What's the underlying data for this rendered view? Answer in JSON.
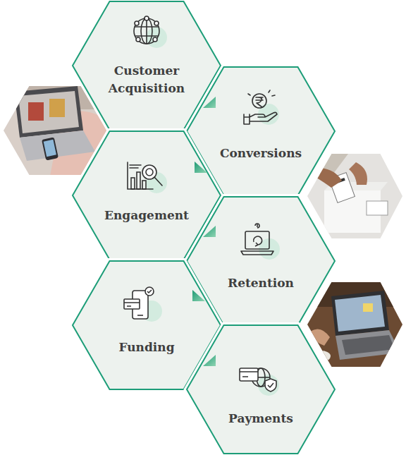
{
  "diagram": {
    "nodes": [
      {
        "text": [
          "Customer Acquisition"
        ]
      },
      {
        "text": [
          "Conversions"
        ]
      },
      {
        "text": [
          "Engagement"
        ]
      },
      {
        "text": [
          "Retention"
        ]
      },
      {
        "text": [
          "Funding"
        ]
      },
      {
        "text": [
          "Payments"
        ]
      }
    ]
  }
}
